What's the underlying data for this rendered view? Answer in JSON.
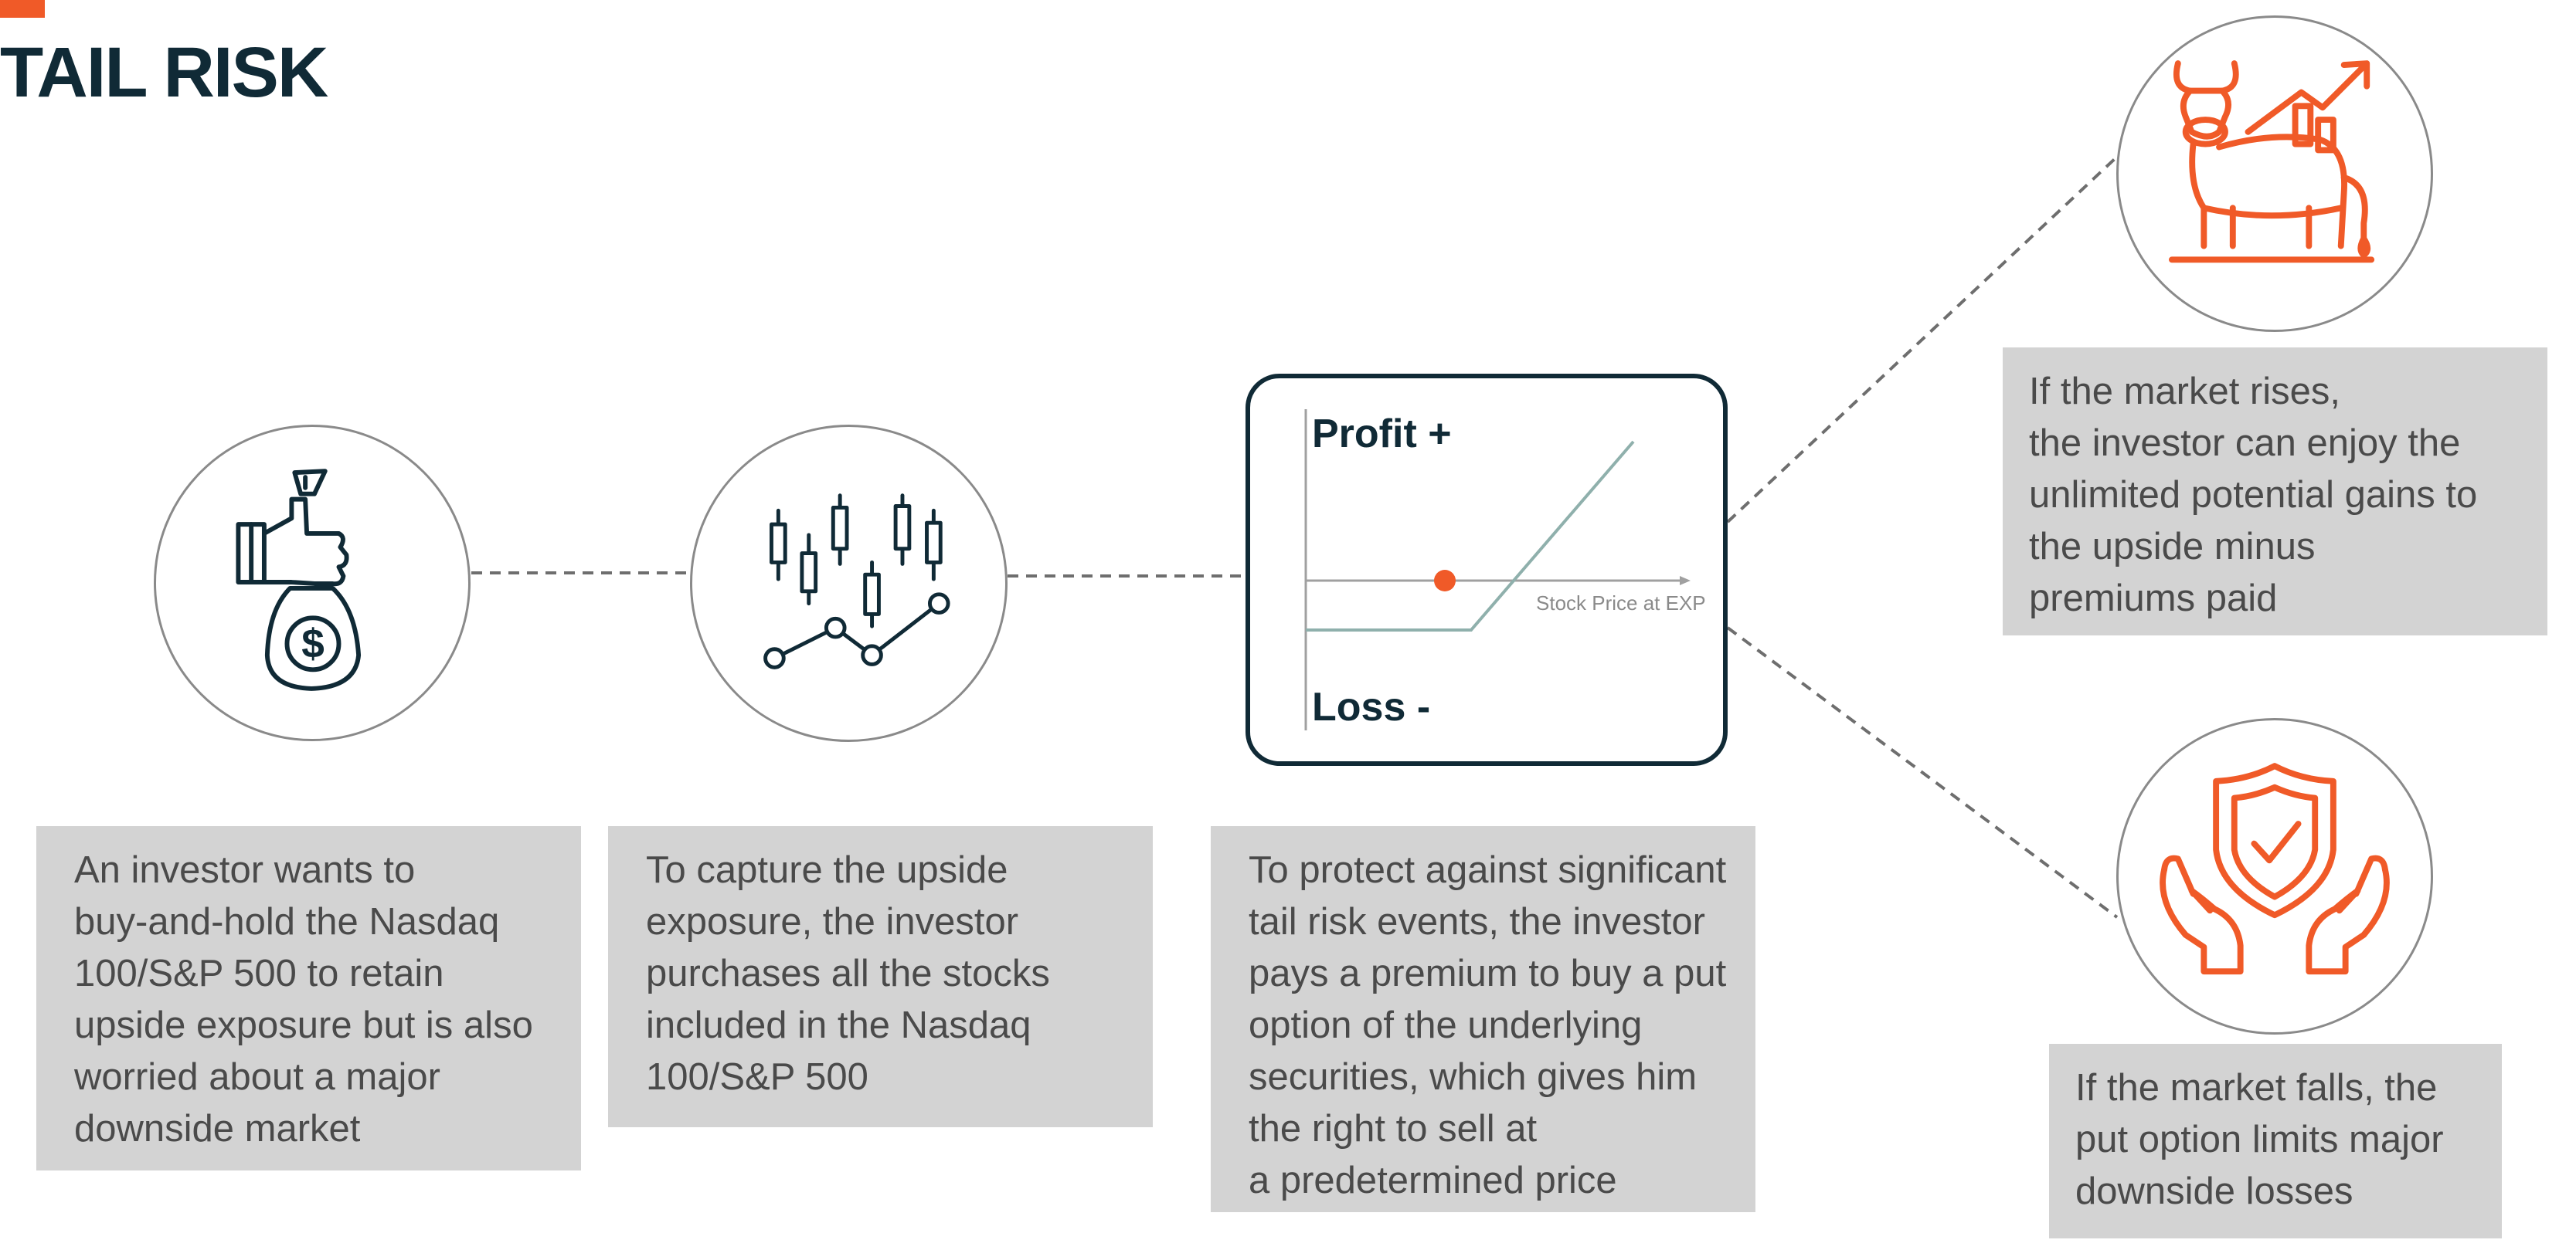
{
  "title": "TAIL RISK",
  "colors": {
    "accent": "#f05a28",
    "navy": "#102a36",
    "box_gray": "#d3d3d3",
    "text_gray": "#4a4a4a",
    "payoff_line": "#8fb0ac"
  },
  "steps": [
    {
      "icon": "money-bag-hand-icon",
      "lines": [
        "An investor wants to",
        "buy-and-hold the Nasdaq",
        "100/S&P 500 to retain",
        "upside exposure but is also",
        "worried about a major",
        "downside market"
      ]
    },
    {
      "icon": "candlestick-chart-icon",
      "lines": [
        "To capture the upside",
        "exposure, the investor",
        "purchases all the stocks",
        "included in the Nasdaq",
        "100/S&P 500"
      ]
    },
    {
      "icon": "put-payoff-chart",
      "lines": [
        "To protect against significant",
        "tail risk events, the investor",
        "pays a premium to buy a put",
        "option of the underlying",
        "securities, which gives him",
        "the right to sell at",
        "a predetermined price"
      ]
    }
  ],
  "payoff_chart": {
    "profit_label": "Profit +",
    "loss_label": "Loss -",
    "x_axis_label": "Stock Price  at EXP"
  },
  "outcomes": [
    {
      "icon": "bull-market-icon",
      "lines": [
        "If the market rises,",
        "the investor can enjoy the",
        "unlimited potential gains to",
        "the upside minus",
        "premiums paid"
      ]
    },
    {
      "icon": "protected-hands-icon",
      "lines": [
        "If the market falls, the",
        "put option limits major",
        "downside losses"
      ]
    }
  ]
}
